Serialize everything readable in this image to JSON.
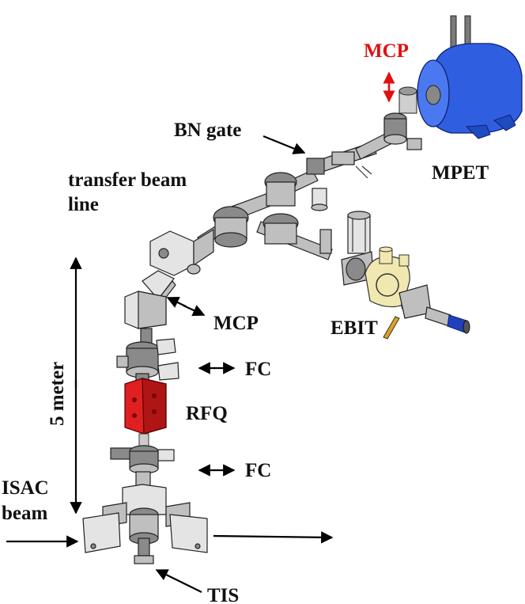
{
  "labels": {
    "mcp_top": "MCP",
    "bn_gate": "BN gate",
    "transfer_line1": "transfer beam",
    "transfer_line2": "line",
    "mpet": "MPET",
    "ebit": "EBIT",
    "mcp_mid": "MCP",
    "fc_upper": "FC",
    "rfq": "RFQ",
    "fc_lower": "FC",
    "meter": "5 meter",
    "isac1": "ISAC",
    "isac2": "beam",
    "tis": "TIS"
  },
  "colors": {
    "mpet_blue": "#2f5fe0",
    "rfq_red": "#e02020",
    "mcp_red": "#e01010",
    "ebit_accent": "#f0e8b0"
  }
}
